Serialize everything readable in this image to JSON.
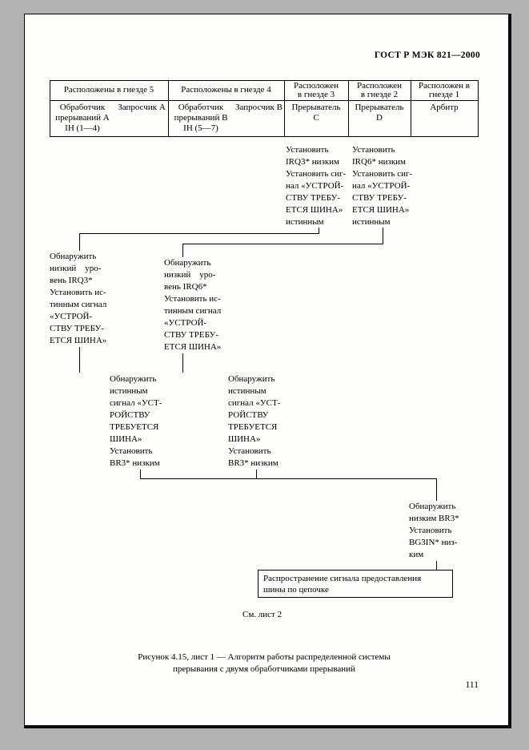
{
  "doc": {
    "header": "ГОСТ Р МЭК 821—2000",
    "page_number": "111",
    "see_sheet": "См. лист 2",
    "caption": "Рисунок 4.15, лист 1 — Алгоритм работы распределенной системы\nпрерывания с двумя обработчиками прерываний"
  },
  "table": {
    "groups": [
      {
        "header": "Расположены в гнезде 5",
        "cell_left": "Обработчик\nпрерываний А\nIH (1—4)",
        "cell_right": "Запросчик А"
      },
      {
        "header": "Расположены в гнезде 4",
        "cell_left": "Обработчик\nпрерываний В\nIH (5—7)",
        "cell_right": "Запросчик В"
      },
      {
        "header": "Расположен\nв гнезде 3",
        "cell": "Прерыватель\nС"
      },
      {
        "header": "Расположен\nв гнезде 2",
        "cell": "Прерыватель\nD"
      },
      {
        "header": "Расположен в\nгнезде 1",
        "cell": "Арбитр"
      }
    ]
  },
  "flow": {
    "interrupter_c": "Установить\nIRQ3* низким\nУстановить сиг-\nнал «УСТРОЙ-\nСТВУ ТРЕБУ-\nЕТСЯ ШИНА»\nистинным",
    "interrupter_d": "Установить\nIRQ6* низким\nУстановить сиг-\nнал «УСТРОЙ-\nСТВУ ТРЕБУ-\nЕТСЯ ШИНА»\nистинным",
    "handler_a": "Обнаружить\nнизкий    уро-\nвень IRQ3*\nУстановить ис-\nтинным сигнал\n«УСТРОЙ-\nСТВУ ТРЕБУ-\nЕТСЯ ШИНА»",
    "handler_b": "Обнаружить\nнизкий    уро-\nвень IRQ6*\nУстановить ис-\nтинным сигнал\n«УСТРОЙ-\nСТВУ ТРЕБУ-\nЕТСЯ ШИНА»",
    "requester_a": "Обнаружить\nистинным\nсигнал «УСТ-\nРОЙСТВУ\nТРЕБУЕТСЯ\nШИНА»\nУстановить\nBR3* низким",
    "requester_b": "Обнаружить\nистинным\nсигнал «УСТ-\nРОЙСТВУ\nТРЕБУЕТСЯ\nШИНА»\nУстановить\nBR3* низким",
    "arbiter": "Обнаружить\nнизким BR3*\nУстановить\nBG3IN* низ-\nким",
    "grant_box": "Распространение сигнала предоставления\nшины по цепочке"
  }
}
